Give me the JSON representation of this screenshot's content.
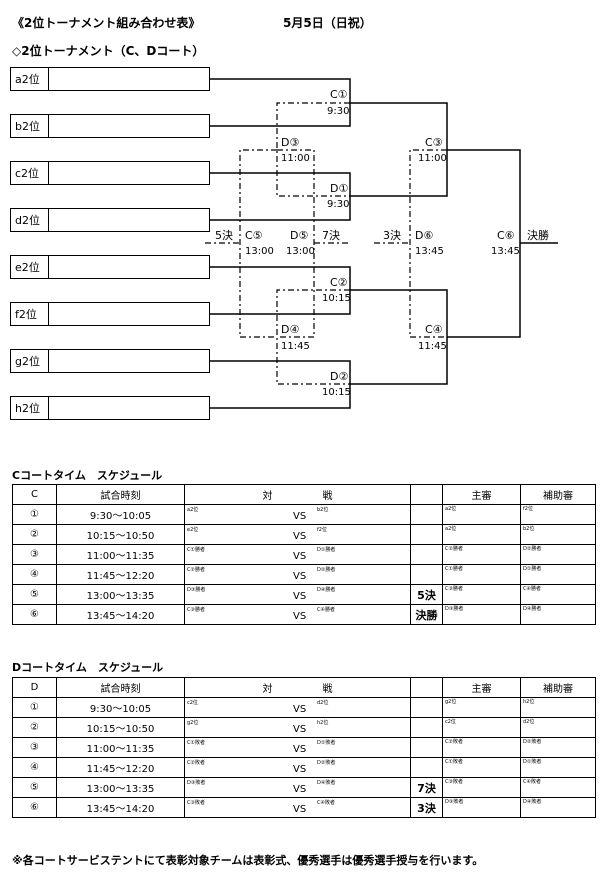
{
  "header": {
    "title": "《2位トーナメント組み合わせ表》",
    "date": "5月5日（日祝）",
    "subtitle": "◇2位トーナメント（C、Dコート）"
  },
  "bracket": {
    "seeds": [
      "a2位",
      "b2位",
      "c2位",
      "d2位",
      "e2位",
      "f2位",
      "g2位",
      "h2位"
    ],
    "matches": [
      {
        "label": "C①",
        "time": "9:30"
      },
      {
        "label": "D①",
        "time": "9:30"
      },
      {
        "label": "C②",
        "time": "10:15"
      },
      {
        "label": "D②",
        "time": "10:15"
      },
      {
        "label": "D③",
        "time": "11:00"
      },
      {
        "label": "C③",
        "time": "11:00"
      },
      {
        "label": "D④",
        "time": "11:45"
      },
      {
        "label": "C④",
        "time": "11:45"
      },
      {
        "label": "C⑤",
        "time": "13:00"
      },
      {
        "label": "D⑤",
        "time": "13:00"
      },
      {
        "label": "D⑥",
        "time": "13:45"
      },
      {
        "label": "C⑥",
        "time": "13:45"
      }
    ],
    "rounds": {
      "r5": "5決",
      "r7": "7決",
      "r3": "3決",
      "final": "決勝"
    }
  },
  "schedules": [
    {
      "heading": "Cコートタイム　スケジュール",
      "head": [
        "C",
        "試合時刻",
        "対　　　　　戦",
        "",
        "主審",
        "補助審"
      ],
      "rows": [
        {
          "no": "①",
          "time": "9:30～10:05",
          "left": "a2位",
          "vs": "VS",
          "right": "b2位",
          "note": "",
          "ref": "a2位",
          "aux": "f2位"
        },
        {
          "no": "②",
          "time": "10:15～10:50",
          "left": "e2位",
          "vs": "VS",
          "right": "f2位",
          "note": "",
          "ref": "a2位",
          "aux": "b2位"
        },
        {
          "no": "③",
          "time": "11:00～11:35",
          "left": "C①勝者",
          "vs": "VS",
          "right": "D①勝者",
          "note": "",
          "ref": "C②勝者",
          "aux": "D②勝者"
        },
        {
          "no": "④",
          "time": "11:45～12:20",
          "left": "C②勝者",
          "vs": "VS",
          "right": "D②勝者",
          "note": "",
          "ref": "C①勝者",
          "aux": "D①勝者"
        },
        {
          "no": "⑤",
          "time": "13:00～13:35",
          "left": "D③勝者",
          "vs": "VS",
          "right": "D④勝者",
          "note": "5決",
          "ref": "C③勝者",
          "aux": "C④勝者"
        },
        {
          "no": "⑥",
          "time": "13:45～14:20",
          "left": "C③勝者",
          "vs": "VS",
          "right": "C④勝者",
          "note": "決勝",
          "ref": "D③勝者",
          "aux": "D④勝者"
        }
      ]
    },
    {
      "heading": "Dコートタイム　スケジュール",
      "head": [
        "D",
        "試合時刻",
        "対　　　　　戦",
        "",
        "主審",
        "補助審"
      ],
      "rows": [
        {
          "no": "①",
          "time": "9:30～10:05",
          "left": "c2位",
          "vs": "VS",
          "right": "d2位",
          "note": "",
          "ref": "g2位",
          "aux": "h2位"
        },
        {
          "no": "②",
          "time": "10:15～10:50",
          "left": "g2位",
          "vs": "VS",
          "right": "h2位",
          "note": "",
          "ref": "c2位",
          "aux": "d2位"
        },
        {
          "no": "③",
          "time": "11:00～11:35",
          "left": "C①敗者",
          "vs": "VS",
          "right": "D①敗者",
          "note": "",
          "ref": "C②敗者",
          "aux": "D②敗者"
        },
        {
          "no": "④",
          "time": "11:45～12:20",
          "left": "C②敗者",
          "vs": "VS",
          "right": "D②敗者",
          "note": "",
          "ref": "C①敗者",
          "aux": "D①敗者"
        },
        {
          "no": "⑤",
          "time": "13:00～13:35",
          "left": "D③敗者",
          "vs": "VS",
          "right": "D④敗者",
          "note": "7決",
          "ref": "C③敗者",
          "aux": "C④敗者"
        },
        {
          "no": "⑥",
          "time": "13:45～14:20",
          "left": "C③敗者",
          "vs": "VS",
          "right": "C④敗者",
          "note": "3決",
          "ref": "D③敗者",
          "aux": "D④敗者"
        }
      ]
    }
  ],
  "footer": "※各コートサービステントにて表彰対象チームは表彰式、優秀選手は優秀選手授与を行います。"
}
